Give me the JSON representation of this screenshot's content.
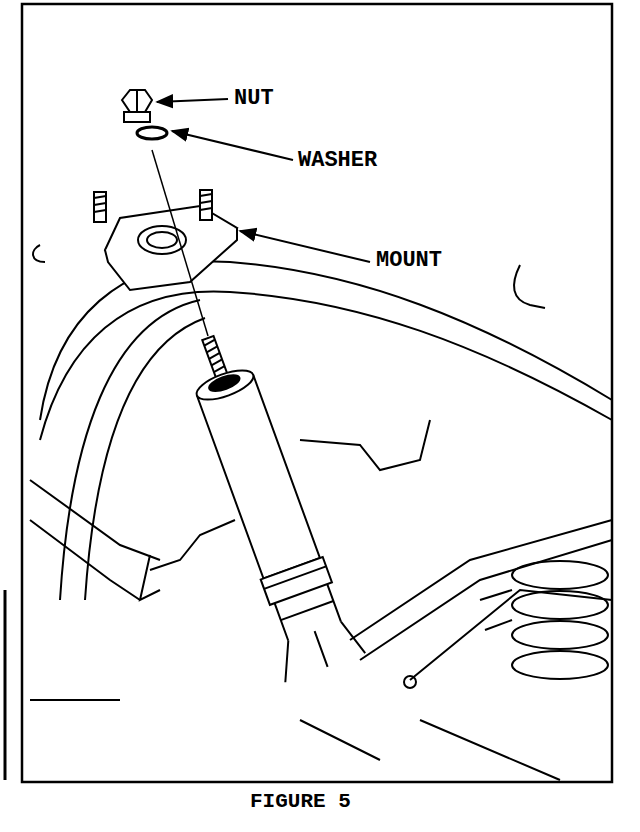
{
  "diagram": {
    "caption": "FIGURE 5",
    "labels": [
      "NUT",
      "WASHER",
      "MOUNT"
    ]
  }
}
